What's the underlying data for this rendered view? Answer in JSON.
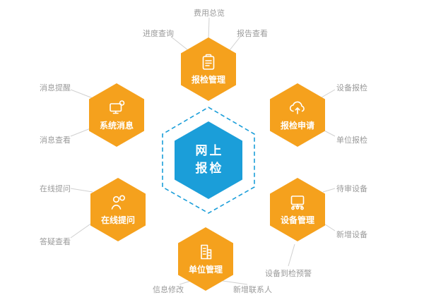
{
  "diagram": {
    "center": {
      "line1": "网上",
      "line2": "报检"
    },
    "nodes": [
      {
        "label": "报检管理",
        "icon": "clipboard-icon"
      },
      {
        "label": "报检申请",
        "icon": "cloud-upload-icon"
      },
      {
        "label": "设备管理",
        "icon": "monitor-network-icon"
      },
      {
        "label": "单位管理",
        "icon": "building-icon"
      },
      {
        "label": "在线提问",
        "icon": "person-question-icon"
      },
      {
        "label": "系统消息",
        "icon": "monitor-message-icon"
      }
    ],
    "satellites": [
      {
        "label": "费用总览"
      },
      {
        "label": "进度查询"
      },
      {
        "label": "报告查看"
      },
      {
        "label": "消息提醒"
      },
      {
        "label": "消息查看"
      },
      {
        "label": "设备报检"
      },
      {
        "label": "单位报检"
      },
      {
        "label": "在线提问"
      },
      {
        "label": "答疑查看"
      },
      {
        "label": "待审设备"
      },
      {
        "label": "新增设备"
      },
      {
        "label": "设备到检预警"
      },
      {
        "label": "信息修改"
      },
      {
        "label": "新增联系人"
      }
    ],
    "colors": {
      "orange": "#F5A11D",
      "blue": "#1B9ED9",
      "label_gray": "#9B9B9B",
      "line_gray": "#D0D0D0"
    }
  }
}
